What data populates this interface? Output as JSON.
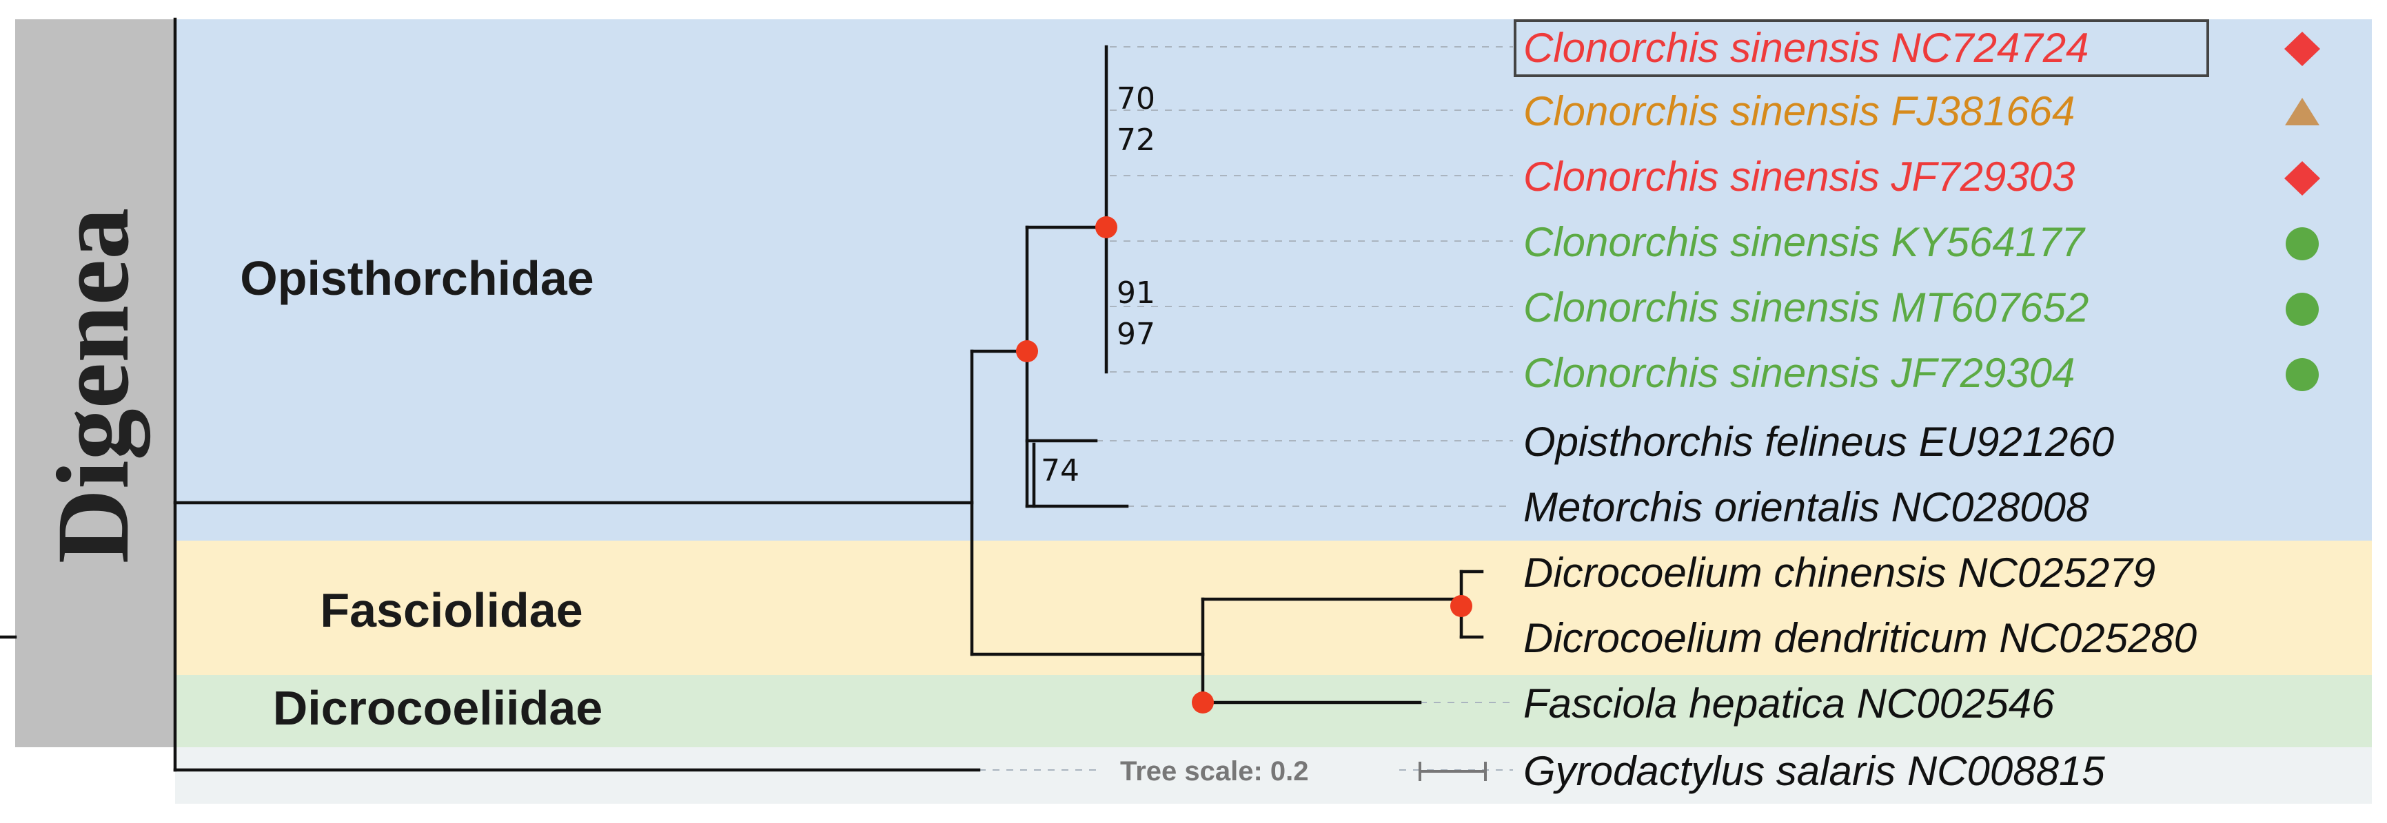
{
  "clade_group": {
    "label": "Digenea"
  },
  "families": [
    {
      "name": "Opisthorchidae",
      "color": "#cfe0f2"
    },
    {
      "name": "Fasciolidae",
      "color": "#fdefc8"
    },
    {
      "name": "Dicrocoeliidae",
      "color": "#d9ecd6"
    }
  ],
  "outgroup_band_color": "#eef2f3",
  "digenea_band_color": "#bfbfbf",
  "support_values": [
    {
      "label": "70"
    },
    {
      "label": "72"
    },
    {
      "label": "91"
    },
    {
      "label": "97"
    },
    {
      "label": "74"
    }
  ],
  "taxa": [
    {
      "name": "Clonorchis sinensis NC724724",
      "color": "#ee3b3b",
      "marker": "diamond",
      "boxed": true
    },
    {
      "name": "Clonorchis sinensis FJ381664",
      "color": "#d68a1c",
      "marker": "triangle"
    },
    {
      "name": "Clonorchis sinensis JF729303",
      "color": "#ee3b3b",
      "marker": "diamond"
    },
    {
      "name": "Clonorchis sinensis KY564177",
      "color": "#5caa44",
      "marker": "circle"
    },
    {
      "name": "Clonorchis sinensis MT607652",
      "color": "#5caa44",
      "marker": "circle"
    },
    {
      "name": "Clonorchis sinensis JF729304",
      "color": "#5caa44",
      "marker": "circle"
    },
    {
      "name": "Opisthorchis felineus EU921260",
      "color": "#111111",
      "marker": ""
    },
    {
      "name": "Metorchis orientalis NC028008",
      "color": "#111111",
      "marker": ""
    },
    {
      "name": "Dicrocoelium chinensis NC025279",
      "color": "#111111",
      "marker": ""
    },
    {
      "name": "Dicrocoelium dendriticum NC025280",
      "color": "#111111",
      "marker": ""
    },
    {
      "name": "Fasciola hepatica NC002546",
      "color": "#111111",
      "marker": ""
    },
    {
      "name": "Gyrodactylus salaris NC008815",
      "color": "#111111",
      "marker": ""
    }
  ],
  "node_color": "#ee3b1f",
  "scale": {
    "label": "Tree scale: 0.2"
  }
}
